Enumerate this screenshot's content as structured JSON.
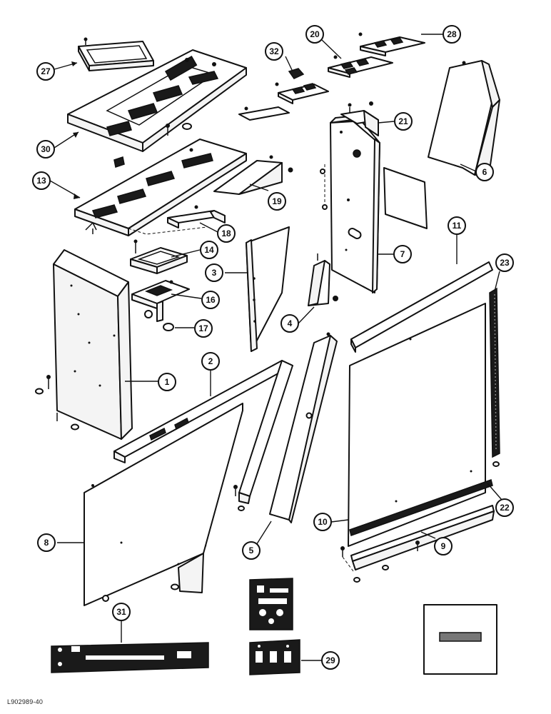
{
  "drawing_reference": "L902989-40",
  "callouts": [
    {
      "id": "1",
      "part": "panel-1"
    },
    {
      "id": "2",
      "part": "trim-2"
    },
    {
      "id": "3",
      "part": "bracket-3"
    },
    {
      "id": "4",
      "part": "gusset-4"
    },
    {
      "id": "5",
      "part": "trim-5"
    },
    {
      "id": "6",
      "part": "shield-6"
    },
    {
      "id": "7",
      "part": "post-7"
    },
    {
      "id": "8",
      "part": "panel-8"
    },
    {
      "id": "9",
      "part": "strip-9"
    },
    {
      "id": "10",
      "part": "panel-10"
    },
    {
      "id": "11",
      "part": "strip-11"
    },
    {
      "id": "13",
      "part": "plate-13"
    },
    {
      "id": "14",
      "part": "bracket-14"
    },
    {
      "id": "16",
      "part": "bracket-16"
    },
    {
      "id": "17",
      "part": "nut-17"
    },
    {
      "id": "18",
      "part": "bracket-18"
    },
    {
      "id": "19",
      "part": "bracket-19"
    },
    {
      "id": "20",
      "part": "plate-20"
    },
    {
      "id": "21",
      "part": "cap-21"
    },
    {
      "id": "22",
      "part": "strip-22"
    },
    {
      "id": "23",
      "part": "seal-23"
    },
    {
      "id": "27",
      "part": "cover-27"
    },
    {
      "id": "28",
      "part": "plate-28"
    },
    {
      "id": "29",
      "part": "control-panel-29"
    },
    {
      "id": "30",
      "part": "tray-30"
    },
    {
      "id": "31",
      "part": "plate-31"
    },
    {
      "id": "32",
      "part": "switch-32"
    }
  ]
}
